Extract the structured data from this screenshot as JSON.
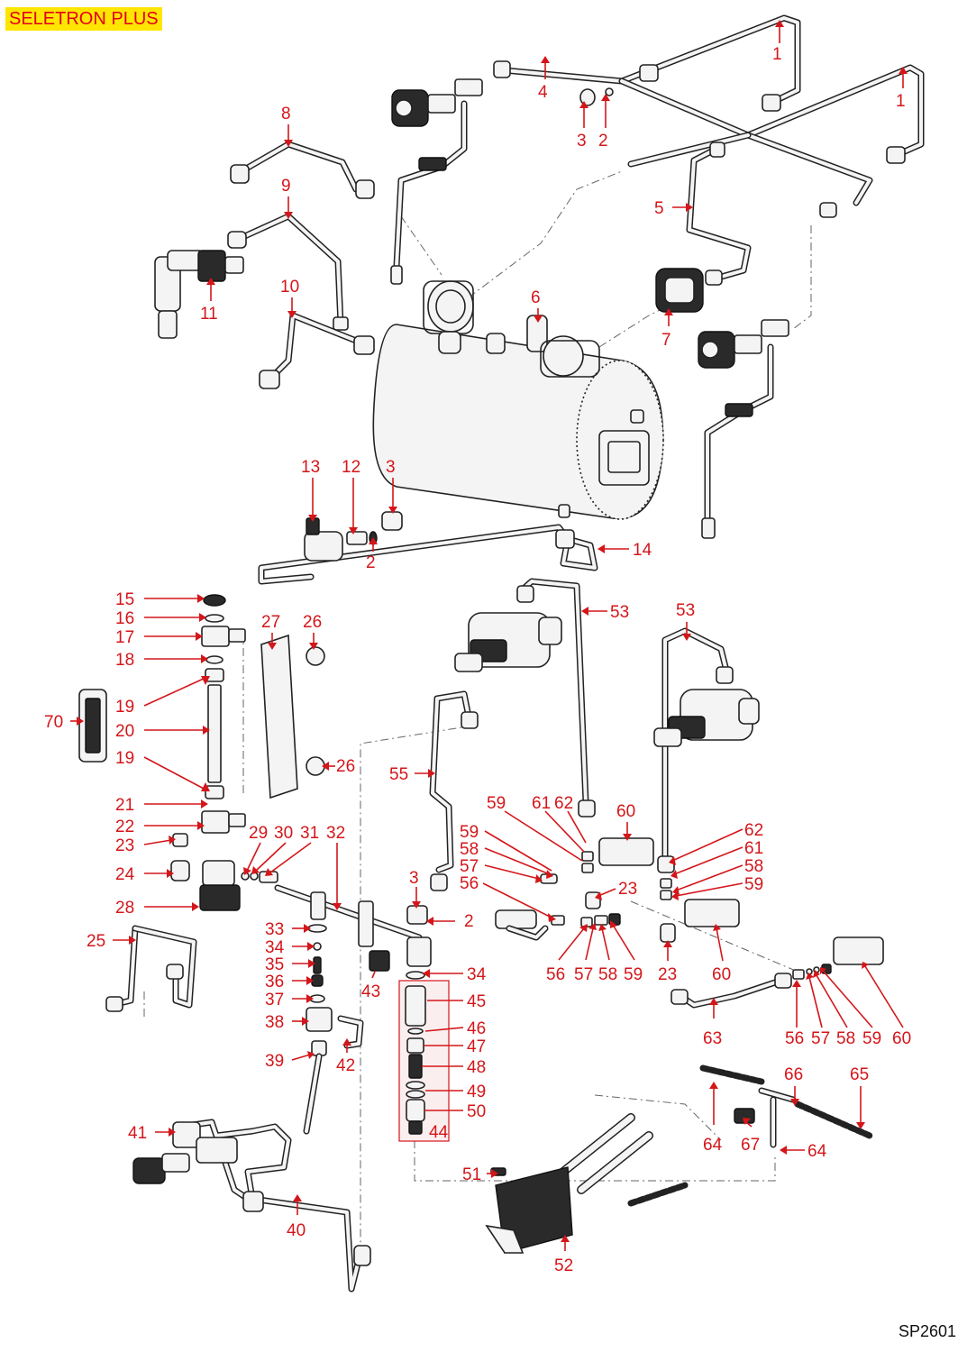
{
  "header": {
    "title": "SELETRON PLUS"
  },
  "footer": {
    "code": "SP2601"
  },
  "colors": {
    "callout": "#d4161a",
    "title_background": "#ffe600",
    "title_text": "#e1001a"
  },
  "callouts": [
    "1",
    "1",
    "2",
    "2",
    "2",
    "3",
    "3",
    "3",
    "4",
    "5",
    "6",
    "7",
    "8",
    "9",
    "10",
    "11",
    "12",
    "13",
    "14",
    "15",
    "16",
    "17",
    "18",
    "19",
    "19",
    "20",
    "21",
    "22",
    "23",
    "23",
    "23",
    "24",
    "25",
    "26",
    "26",
    "27",
    "28",
    "29",
    "30",
    "31",
    "32",
    "33",
    "34",
    "34",
    "35",
    "36",
    "37",
    "38",
    "39",
    "40",
    "41",
    "42",
    "43",
    "44",
    "45",
    "46",
    "47",
    "48",
    "49",
    "50",
    "51",
    "52",
    "53",
    "53",
    "55",
    "56",
    "56",
    "56",
    "57",
    "57",
    "57",
    "58",
    "58",
    "58",
    "58",
    "59",
    "59",
    "59",
    "59",
    "59",
    "60",
    "60",
    "60",
    "61",
    "61",
    "62",
    "62",
    "63",
    "64",
    "64",
    "65",
    "66",
    "67",
    "70"
  ]
}
